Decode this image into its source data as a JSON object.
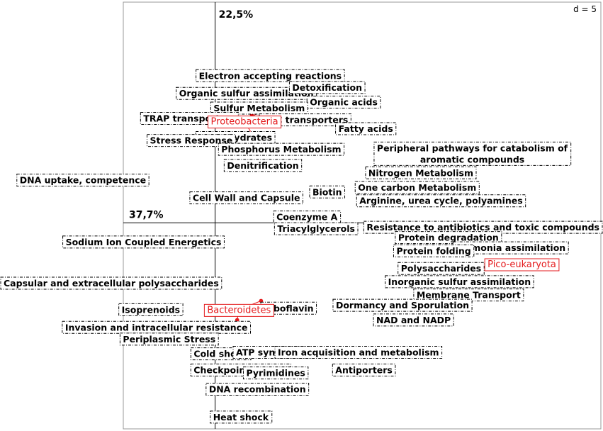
{
  "chart_data": {
    "type": "scatter",
    "axis_x_percent": "37,7%",
    "axis_y_percent": "22,5%",
    "scale_label": "d = 5",
    "xlim": [
      -5,
      21
    ],
    "ylim": [
      -14,
      15
    ],
    "variables": [
      {
        "label": "Electron accepting reactions",
        "x": 3.0,
        "y": 10.0
      },
      {
        "label": "Organic sulfur assimilation",
        "x": 1.7,
        "y": 8.8
      },
      {
        "label": "Detoxification",
        "x": 6.1,
        "y": 9.2
      },
      {
        "label": "Organic acids",
        "x": 7.0,
        "y": 8.2
      },
      {
        "label": "Sulfur Metabolism",
        "x": 2.4,
        "y": 7.8
      },
      {
        "label": "TRAP transporters",
        "x": -1.4,
        "y": 7.1
      },
      {
        "label": "ABC transporters",
        "x": 4.9,
        "y": 7.0
      },
      {
        "label": "Fatty acids",
        "x": 8.2,
        "y": 6.4
      },
      {
        "label": "Carbohydrates",
        "x": 1.1,
        "y": 5.8
      },
      {
        "label": "Stress Response",
        "x": -1.3,
        "y": 5.6
      },
      {
        "label": "Phosphorus Metabolism",
        "x": 3.6,
        "y": 5.0
      },
      {
        "label": "Peripheral pathways for catabolism of aromatic compounds",
        "x": 14.0,
        "y": 4.7
      },
      {
        "label": "Denitrification",
        "x": 2.6,
        "y": 3.9
      },
      {
        "label": "Nitrogen Metabolism",
        "x": 11.2,
        "y": 3.4
      },
      {
        "label": "DNA uptake, competence",
        "x": -7.2,
        "y": 2.9
      },
      {
        "label": "One carbon Metabolism",
        "x": 11.0,
        "y": 2.4
      },
      {
        "label": "Biotin",
        "x": 6.1,
        "y": 2.1
      },
      {
        "label": "Cell Wall and Capsule",
        "x": 1.7,
        "y": 1.7
      },
      {
        "label": "Arginine, urea cycle, polyamines",
        "x": 12.3,
        "y": 1.5
      },
      {
        "label": "Coenzyme A",
        "x": 5.0,
        "y": 0.4
      },
      {
        "label": "Triacylglycerols",
        "x": 5.5,
        "y": -0.4
      },
      {
        "label": "Resistance to antibiotics and toxic compounds",
        "x": 16.5,
        "y": -0.3
      },
      {
        "label": "Protein degradation",
        "x": 12.7,
        "y": -1.0
      },
      {
        "label": "Sodium Ion Coupled Energetics",
        "x": -3.9,
        "y": -1.3
      },
      {
        "label": "ammonia assimilation",
        "x": 16.1,
        "y": -1.7
      },
      {
        "label": "Protein folding",
        "x": 11.9,
        "y": -1.9
      },
      {
        "label": "Polysaccharides",
        "x": 12.3,
        "y": -3.1
      },
      {
        "label": "Capsular and extracellular polysaccharides",
        "x": -7.2,
        "y": -4.1
      },
      {
        "label": "Inorganic sulfur assimilation",
        "x": 13.3,
        "y": -4.0
      },
      {
        "label": "Membrane Transport",
        "x": 13.8,
        "y": -4.9
      },
      {
        "label": "Isoprenoids",
        "x": -3.5,
        "y": -5.9
      },
      {
        "label": "Riboflavin",
        "x": 4.0,
        "y": -5.8
      },
      {
        "label": "Dormancy and Sporulation",
        "x": 10.2,
        "y": -5.6
      },
      {
        "label": "NAD and NADP",
        "x": 10.8,
        "y": -6.6
      },
      {
        "label": "Invasion and intracellular resistance",
        "x": -3.2,
        "y": -7.1
      },
      {
        "label": "Periplasmic Stress",
        "x": -2.5,
        "y": -7.9
      },
      {
        "label": "Cold shock",
        "x": 0.3,
        "y": -8.9
      },
      {
        "label": "ATP synthases",
        "x": 3.1,
        "y": -8.8
      },
      {
        "label": "Iron acquisition and metabolism",
        "x": 7.8,
        "y": -8.8
      },
      {
        "label": "Checkpoint control",
        "x": 1.4,
        "y": -10.0
      },
      {
        "label": "Pyrimidines",
        "x": 3.3,
        "y": -10.2
      },
      {
        "label": "Antiporters",
        "x": 8.1,
        "y": -10.0
      },
      {
        "label": "DNA recombination",
        "x": 2.3,
        "y": -11.3
      },
      {
        "label": "Heat shock",
        "x": 1.4,
        "y": -13.2
      }
    ],
    "groups": [
      {
        "label": "Proteobacteria",
        "x": 1.6,
        "y": 6.9
      },
      {
        "label": "Pico-eukaryota",
        "x": 16.7,
        "y": -2.8
      },
      {
        "label": "Bacteroidetes",
        "x": 1.3,
        "y": -5.9
      }
    ],
    "points": [
      {
        "x": 3.0,
        "y": 8.0
      },
      {
        "x": 2.0,
        "y": 7.4
      },
      {
        "x": 2.5,
        "y": 5.0
      },
      {
        "x": 2.5,
        "y": -5.3
      },
      {
        "x": 1.2,
        "y": -6.6
      }
    ],
    "colors": {
      "group": "#e41a1c",
      "text": "#000000"
    }
  }
}
